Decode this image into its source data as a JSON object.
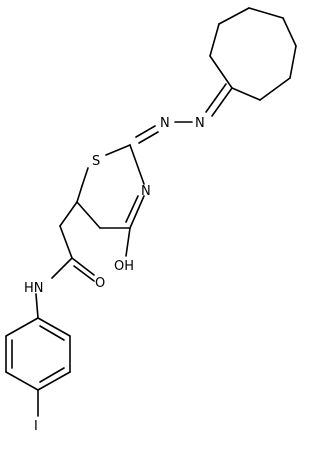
{
  "molecule": {
    "atom_labels": {
      "S": "S",
      "N_ring": "N",
      "N_azo_1": "N",
      "N_azo_2": "N",
      "OH": "OH",
      "O": "O",
      "HN": "HN",
      "I": "I"
    },
    "colors": {
      "bond": "#000000",
      "label": "#000000",
      "background": "#ffffff"
    }
  }
}
